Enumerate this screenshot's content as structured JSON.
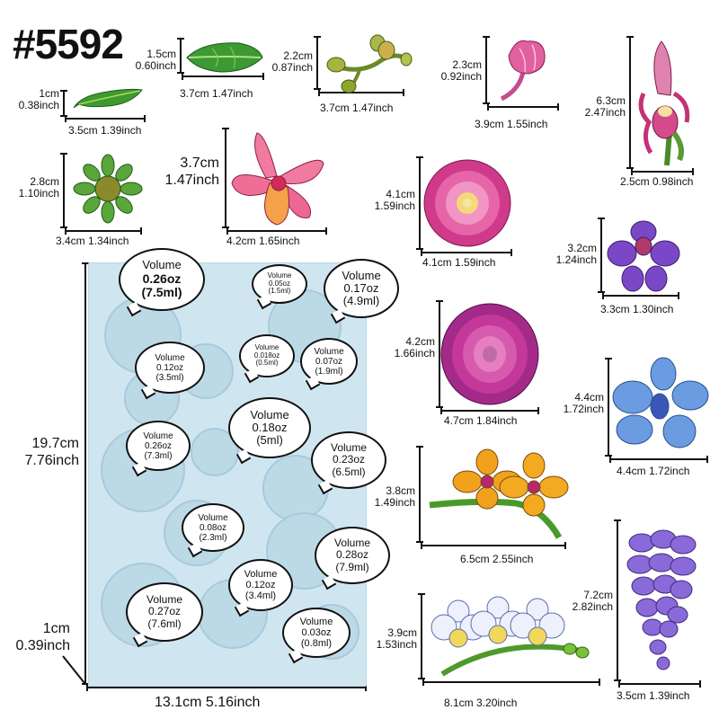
{
  "title": "#5592",
  "pieces": {
    "leaf_small": {
      "h": "1cm",
      "h_in": "0.38inch",
      "w": "3.5cm 1.39inch"
    },
    "leaf_large": {
      "h": "1.5cm",
      "h_in": "0.60inch",
      "w": "3.7cm 1.47inch"
    },
    "buds": {
      "h": "2.2cm",
      "h_in": "0.87inch",
      "w": "3.7cm 1.47inch"
    },
    "bud_pink": {
      "h": "2.3cm",
      "h_in": "0.92inch",
      "w": "3.9cm 1.55inch"
    },
    "slipper_orchid": {
      "h": "6.3cm",
      "h_in": "2.47inch",
      "w": "2.5cm 0.98inch"
    },
    "sepal_star": {
      "h": "2.8cm",
      "h_in": "1.10inch",
      "w": "3.4cm 1.34inch"
    },
    "cymbidium": {
      "h": "3.7cm",
      "h_in": "1.47inch",
      "w": "4.2cm 1.65inch"
    },
    "dahlia_pink": {
      "h": "4.1cm",
      "h_in": "1.59inch",
      "w": "4.1cm 1.59inch"
    },
    "orchid_purple": {
      "h": "3.2cm",
      "h_in": "1.24inch",
      "w": "3.3cm 1.30inch"
    },
    "dahlia_purple": {
      "h": "4.2cm",
      "h_in": "1.66inch",
      "w": "4.7cm 1.84inch"
    },
    "orchid_blue": {
      "h": "4.4cm",
      "h_in": "1.72inch",
      "w": "4.4cm 1.72inch"
    },
    "orchid_yellow": {
      "h": "3.8cm",
      "h_in": "1.49inch",
      "w": "6.5cm 2.55inch"
    },
    "wisteria": {
      "h": "7.2cm",
      "h_in": "2.82inch",
      "w": "3.5cm 1.39inch"
    },
    "orchid_white": {
      "h": "3.9cm",
      "h_in": "1.53inch",
      "w": "8.1cm 3.20inch"
    }
  },
  "mold": {
    "height": "19.7cm",
    "height_in": "7.76inch",
    "width": "13.1cm 5.16inch",
    "thickness": "1cm",
    "thickness_in": "0.39inch"
  },
  "volumes": [
    {
      "label": "Volume",
      "oz": "0.26oz",
      "ml": "(7.5ml)"
    },
    {
      "label": "Volume",
      "oz": "0.05oz",
      "ml": "(1.5ml)"
    },
    {
      "label": "Volume",
      "oz": "0.17oz",
      "ml": "(4.9ml)"
    },
    {
      "label": "Volume",
      "oz": "0.12oz",
      "ml": "(3.5ml)"
    },
    {
      "label": "Volume",
      "oz": "0.018oz",
      "ml": "(0.5ml)"
    },
    {
      "label": "Volume",
      "oz": "0.07oz",
      "ml": "(1.9ml)"
    },
    {
      "label": "Volume",
      "oz": "0.18oz",
      "ml": "(5ml)"
    },
    {
      "label": "Volume",
      "oz": "0.26oz",
      "ml": "(7.3ml)"
    },
    {
      "label": "Volume",
      "oz": "0.23oz",
      "ml": "(6.5ml)"
    },
    {
      "label": "Volume",
      "oz": "0.08oz",
      "ml": "(2.3ml)"
    },
    {
      "label": "Volume",
      "oz": "0.28oz",
      "ml": "(7.9ml)"
    },
    {
      "label": "Volume",
      "oz": "0.12oz",
      "ml": "(3.4ml)"
    },
    {
      "label": "Volume",
      "oz": "0.27oz",
      "ml": "(7.6ml)"
    },
    {
      "label": "Volume",
      "oz": "0.03oz",
      "ml": "(0.8ml)"
    }
  ],
  "colors": {
    "leaf_green": "#3f9a2e",
    "pink": "#e04d8e",
    "magenta": "#b4286e",
    "purple": "#7a3fc0",
    "blue": "#5d93d9",
    "yellow": "#f0a21d",
    "mold_blue": "#cfe6f0"
  }
}
